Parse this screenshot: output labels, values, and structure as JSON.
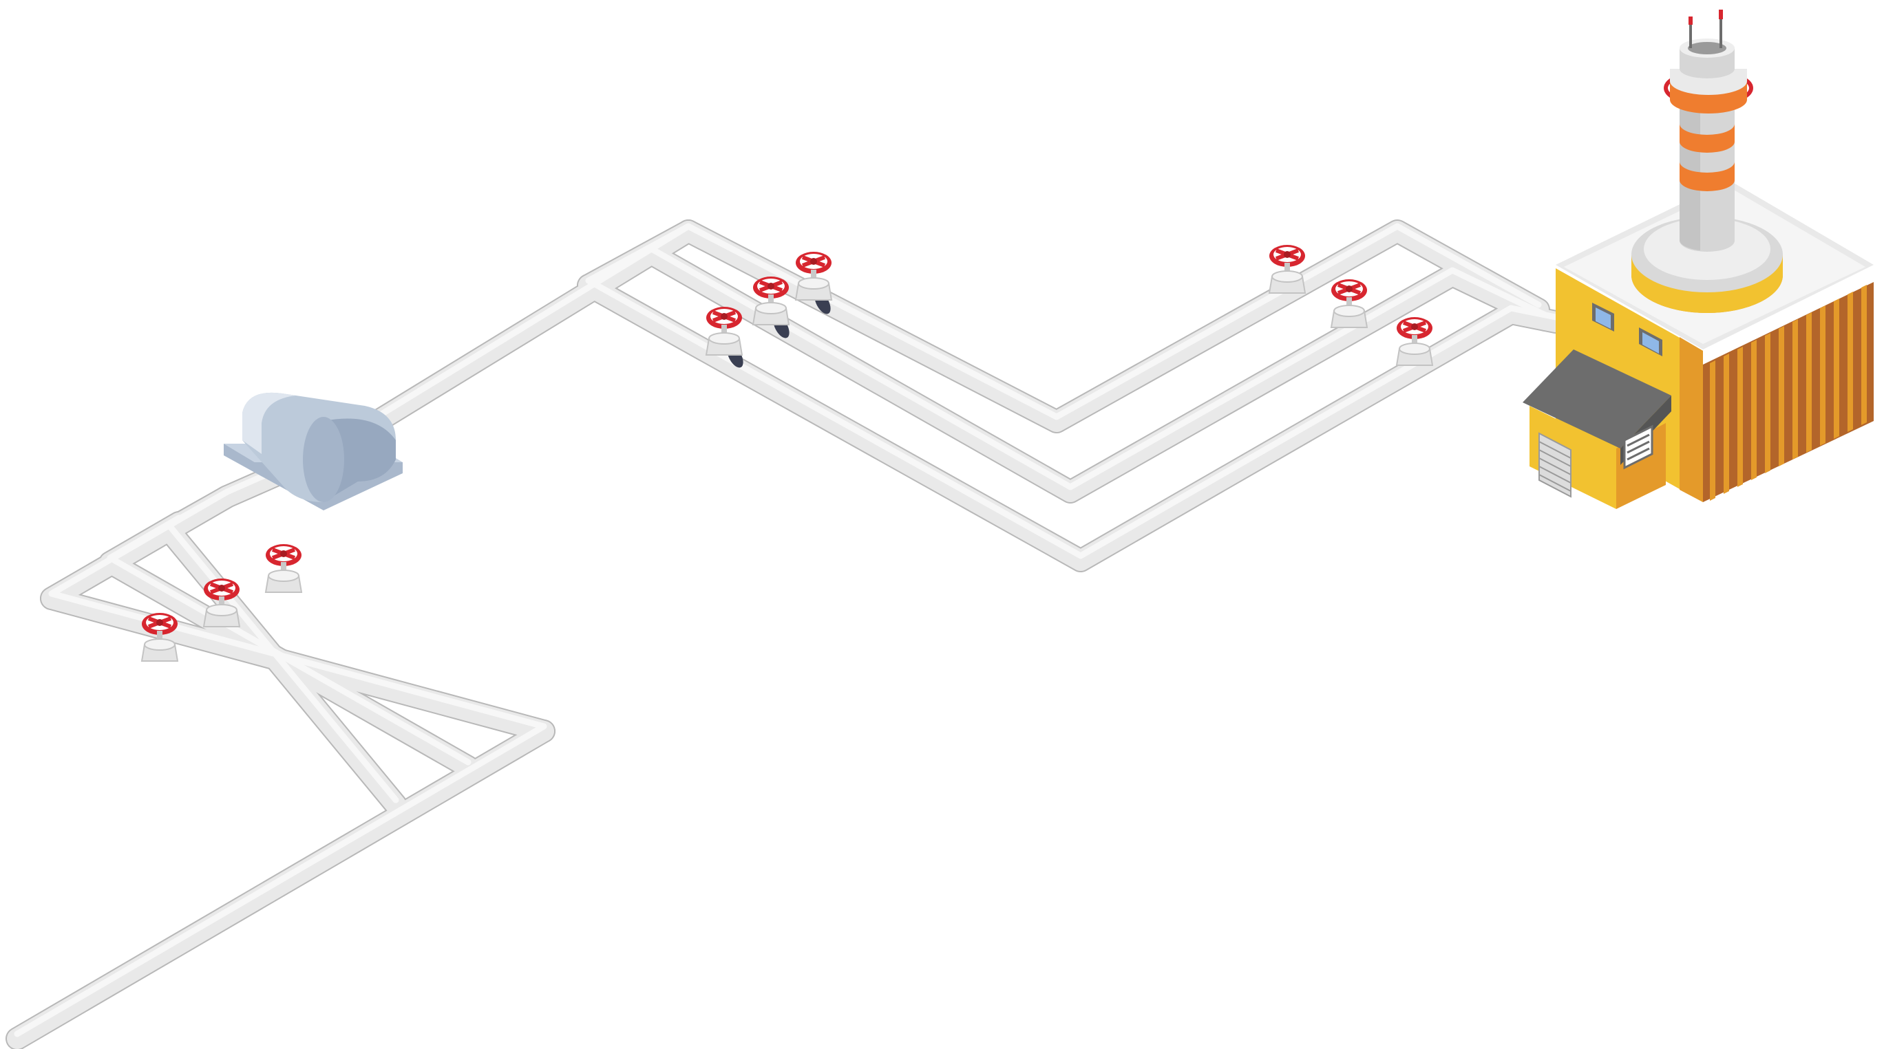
{
  "colors": {
    "background": "#ffffff",
    "pipe_fill": "#e9e9e9",
    "pipe_highlight": "#f7f7f7",
    "pipe_shadow": "#c9c9c9",
    "pipe_outline": "#b8b8b8",
    "valve_handle": "#d7262f",
    "valve_body": "#e2e2e2",
    "coupling_dark": "#3a3f52",
    "tank_body": "#b9c6d6",
    "tank_shadow": "#93a3b8",
    "factory_yellow": "#f2c230",
    "factory_orange": "#e49a2a",
    "factory_brown": "#b3652a",
    "factory_gray": "#6d6d6d",
    "factory_roof": "#e6e6e6",
    "window_blue": "#8fb8e8",
    "chimney_orange": "#ef7d2f",
    "chimney_white": "#eaeaea",
    "antenna_red": "#d7262f"
  },
  "icons": {
    "valve": "valve-icon",
    "tank": "storage-tank-icon",
    "factory": "factory-icon",
    "chimney": "chimney-icon"
  },
  "valves": [
    {
      "id": "valve-1"
    },
    {
      "id": "valve-2"
    },
    {
      "id": "valve-3"
    },
    {
      "id": "valve-4"
    },
    {
      "id": "valve-5"
    },
    {
      "id": "valve-6"
    },
    {
      "id": "valve-7"
    },
    {
      "id": "valve-8"
    },
    {
      "id": "valve-9"
    }
  ]
}
